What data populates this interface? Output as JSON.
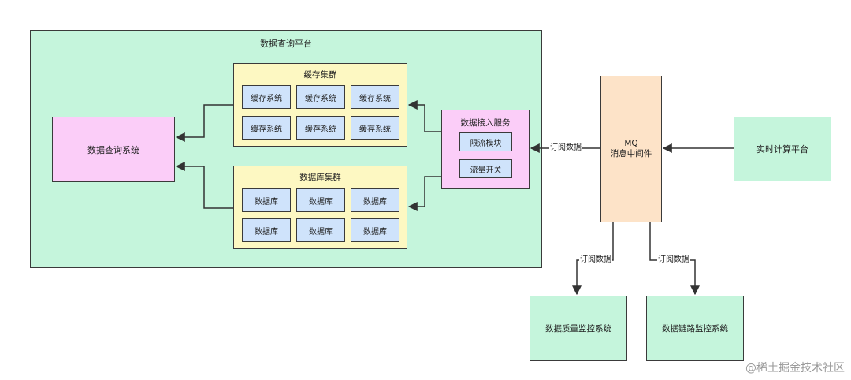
{
  "platform": {
    "title": "数据查询平台",
    "query_system": "数据查询系统",
    "cache_cluster": {
      "title": "缓存集群",
      "nodes": [
        "缓存系统",
        "缓存系统",
        "缓存系统",
        "缓存系统",
        "缓存系统",
        "缓存系统"
      ]
    },
    "db_cluster": {
      "title": "数据库集群",
      "nodes": [
        "数据库",
        "数据库",
        "数据库",
        "数据库",
        "数据库",
        "数据库"
      ]
    },
    "ingest": {
      "title": "数据接入服务",
      "modules": [
        "限流模块",
        "流量开关"
      ]
    }
  },
  "mq": {
    "line1": "MQ",
    "line2": "消息中间件"
  },
  "realtime": "实时计算平台",
  "quality_monitor": "数据质量监控系统",
  "trace_monitor": "数据链路监控系统",
  "edge_labels": {
    "subscribe_ingest": "订阅数据",
    "subscribe_quality": "订阅数据",
    "subscribe_trace": "订阅数据"
  },
  "watermark": "@稀土掘金技术社区",
  "colors": {
    "platform_bg": "#c5f5dc",
    "cluster_bg": "#fdf8c2",
    "node_bg": "#cfe3fb",
    "pink": "#fbcdf8",
    "mq_bg": "#fde3c8"
  }
}
